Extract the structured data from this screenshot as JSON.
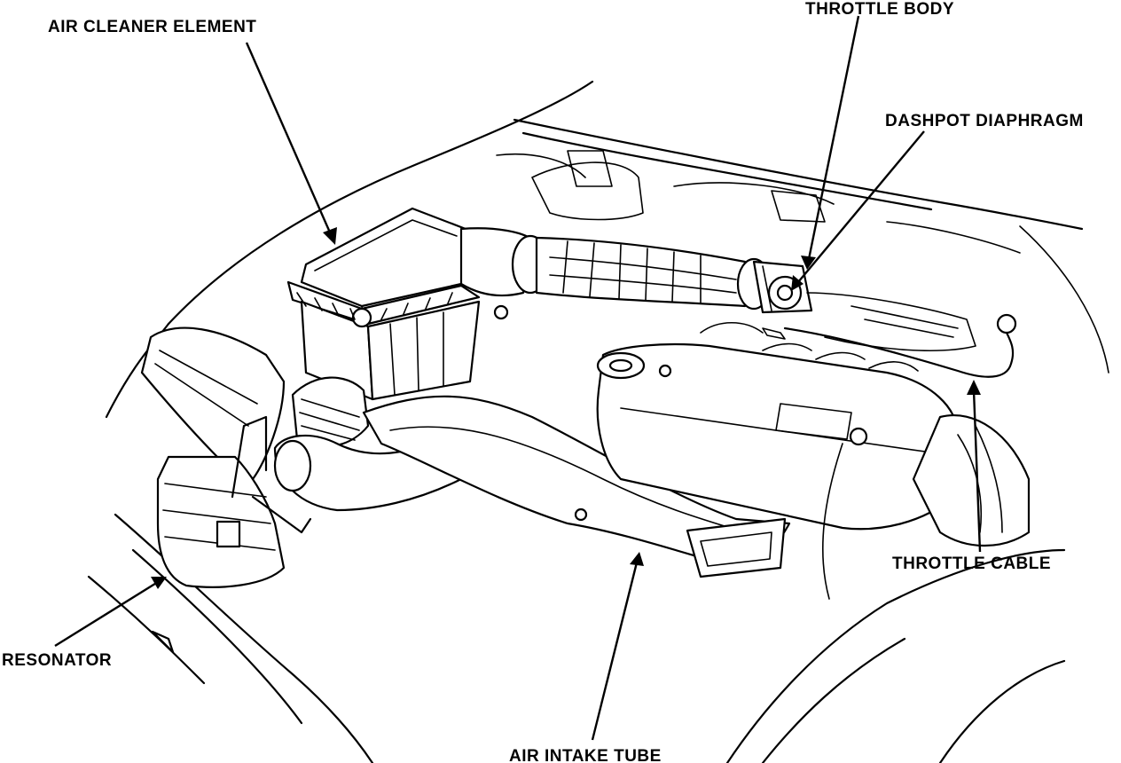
{
  "labels": {
    "air_cleaner_element": "AIR CLEANER ELEMENT",
    "throttle_body": "THROTTLE BODY",
    "dashpot_diaphragm": "DASHPOT DIAPHRAGM",
    "throttle_cable": "THROTTLE CABLE",
    "resonator": "RESONATOR",
    "air_intake_tube": "AIR INTAKE TUBE"
  }
}
